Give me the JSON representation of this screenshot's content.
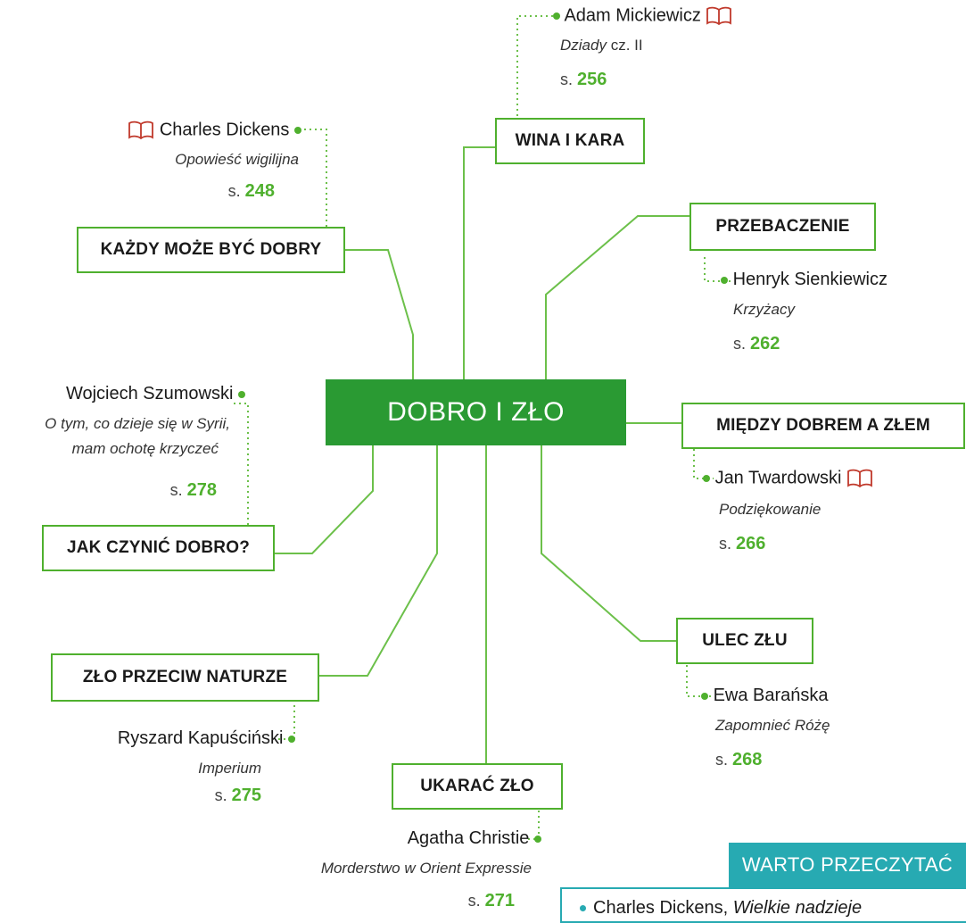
{
  "center": "DOBRO I ZŁO",
  "page_prefix": "s.",
  "topics": {
    "wina": "WINA I KARA",
    "kazdy": "KAŻDY MOŻE BYĆ DOBRY",
    "przebaczenie": "PRZEBACZENIE",
    "miedzy": "MIĘDZY DOBREM A ZŁEM",
    "jak": "JAK CZYNIĆ DOBRO?",
    "ulec": "ULEC ZŁU",
    "natura": "ZŁO PRZECIW NATURZE",
    "ukarac": "UKARAĆ ZŁO"
  },
  "readings": {
    "wina": {
      "author": "Adam Mickiewicz",
      "work": "Dziady",
      "work_suffix": "cz. II",
      "page": "256",
      "book_icon": "open-book-icon"
    },
    "kazdy": {
      "author": "Charles Dickens",
      "work": "Opowieść wigilijna",
      "page": "248",
      "book_icon": "open-book-icon"
    },
    "przebaczenie": {
      "author": "Henryk Sienkiewicz",
      "work": "Krzyżacy",
      "page": "262"
    },
    "jak": {
      "author": "Wojciech Szumowski",
      "work_line1": "O tym, co dzieje się w Syrii,",
      "work_line2": "mam ochotę krzyczeć",
      "page": "278"
    },
    "miedzy": {
      "author": "Jan Twardowski",
      "work": "Podziękowanie",
      "page": "266",
      "book_icon": "open-book-icon"
    },
    "ulec": {
      "author": "Ewa Barańska",
      "work": "Zapomnieć Różę",
      "page": "268"
    },
    "natura": {
      "author": "Ryszard Kapuściński",
      "work": "Imperium",
      "page": "275"
    },
    "ukarac": {
      "author": "Agatha Christie",
      "work": "Morderstwo w Orient Expressie",
      "page": "271"
    }
  },
  "warto": {
    "title": "WARTO PRZECZYTAĆ",
    "item_author": "Charles Dickens,",
    "item_work": "Wielkie nadzieje"
  },
  "colors": {
    "green": "#4fb02e",
    "center_green": "#2a9a33",
    "teal": "#27aab2",
    "book_red": "#c0392b"
  }
}
